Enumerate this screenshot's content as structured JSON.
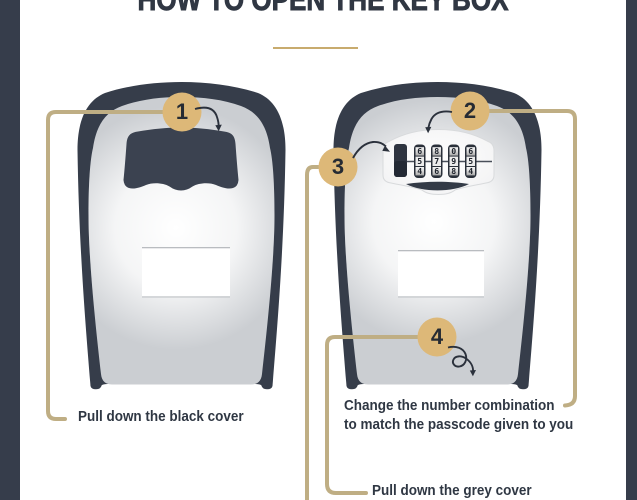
{
  "title": "HOW TO OPEN THE KEY BOX",
  "steps": {
    "step1": {
      "number": "1",
      "caption": "Pull down the black cover"
    },
    "step2": {
      "number": "2",
      "caption_line1": "Change the number combination",
      "caption_line2": "to match the passcode given to you"
    },
    "step3": {
      "number": "3"
    },
    "step4": {
      "number": "4",
      "caption": "Pull down the grey cover"
    }
  },
  "dials": {
    "columns": [
      [
        "6",
        "5",
        "4"
      ],
      [
        "8",
        "7",
        "6"
      ],
      [
        "0",
        "9",
        "8"
      ],
      [
        "6",
        "5",
        "4"
      ]
    ]
  },
  "colors": {
    "navy": "#363d4b",
    "gold_circle": "#ddb878",
    "gold_line": "#bfae84",
    "background": "#ffffff"
  }
}
